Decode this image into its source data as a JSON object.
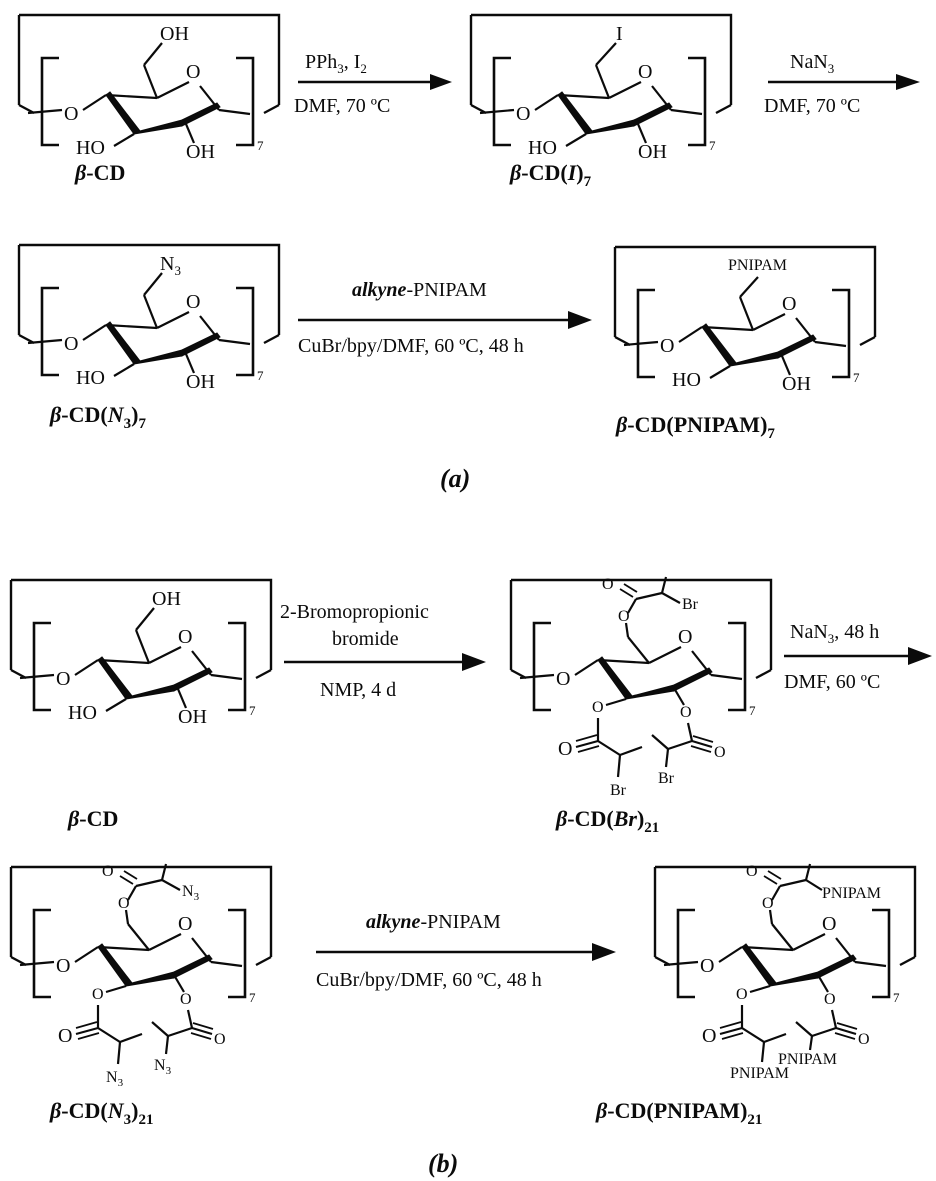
{
  "figure": {
    "type": "reaction-scheme",
    "description": "Synthetic routes to star polymers based on beta-cyclodextrin cores",
    "panels": [
      {
        "id": "a",
        "label": "(a)",
        "rows": [
          {
            "reactant": {
              "name": "β-CD",
              "name_italic": "β-CD",
              "repeat": "7",
              "substituent_top": "OH",
              "ring_oxygen": "O",
              "glycosidic_oxygen": "O",
              "left_hydroxyl": "HO",
              "right_hydroxyl": "OH"
            },
            "arrow": {
              "above": "PPh3, I2",
              "above_parts": [
                "PPh",
                "3",
                ", I",
                "2"
              ],
              "below": "DMF, 70 ºC"
            },
            "product": {
              "name": "β-CD-(I)7",
              "repeat": "7",
              "substituent_top": "I",
              "ring_oxygen": "O",
              "glycosidic_oxygen": "O",
              "left_hydroxyl": "HO",
              "right_hydroxyl": "OH"
            },
            "arrow2": {
              "above": "NaN3",
              "below": "DMF, 70 ºC"
            }
          },
          {
            "reactant": {
              "name": "β-CD-(N3)7",
              "repeat": "7",
              "substituent_top": "N3",
              "ring_oxygen": "O",
              "glycosidic_oxygen": "O",
              "left_hydroxyl": "HO",
              "right_hydroxyl": "OH"
            },
            "arrow": {
              "above_italic": "alkyne",
              "above_rest": "-PNIPAM",
              "below": "CuBr/bpy/DMF, 60 ºC, 48 h"
            },
            "product": {
              "name": "β-CD-(PNIPAM)7",
              "repeat": "7",
              "substituent_top": "PNIPAM",
              "ring_oxygen": "O",
              "glycosidic_oxygen": "O",
              "left_hydroxyl": "HO",
              "right_hydroxyl": "OH"
            }
          }
        ]
      },
      {
        "id": "b",
        "label": "(b)",
        "rows": [
          {
            "reactant": {
              "name": "β-CD",
              "repeat": "7",
              "substituent_top": "OH",
              "left_hydroxyl": "HO",
              "right_hydroxyl": "OH"
            },
            "arrow": {
              "above_line1": "2-Bromopropionic",
              "above_line2": "bromide",
              "below": "NMP, 4 d"
            },
            "product": {
              "name": "β-CD-(Br)21",
              "repeat": "7",
              "ester_terminus": "Br",
              "ester_count": 3
            },
            "arrow2": {
              "above": "NaN3, 48 h",
              "below": "DMF, 60 ºC"
            }
          },
          {
            "reactant": {
              "name": "β-CD-(N3)21",
              "repeat": "7",
              "ester_terminus": "N3",
              "ester_count": 3
            },
            "arrow": {
              "above_italic": "alkyne",
              "above_rest": "-PNIPAM",
              "below": "CuBr/bpy/DMF, 60 ºC, 48 h"
            },
            "product": {
              "name": "β-CD-(PNIPAM)21",
              "repeat": "7",
              "ester_terminus": "PNIPAM",
              "ester_count": 3
            }
          }
        ]
      }
    ]
  },
  "labels": {
    "beta": "β",
    "cd": "-CD",
    "dash": "-",
    "open_paren": "(",
    "close_paren": ")",
    "repeat7": "7",
    "repeat21": "21",
    "sub3": "3",
    "OH": "OH",
    "HO": "HO",
    "O": "O",
    "I": "I",
    "N": "N",
    "Br": "Br",
    "PNIPAM": "PNIPAM",
    "deg": "º"
  },
  "compound_names": {
    "bcd": {
      "italic": "β-CD",
      "suffix": "",
      "sub": ""
    },
    "bcd_I7": {
      "italic": "β-CD-(I",
      "sub": "",
      "close": ")",
      "rep": "7"
    },
    "bcd_N3_7": {
      "base": "β-CD-(N",
      "sub": "3",
      "close": ")",
      "rep": "7"
    },
    "bcd_PNIPAM7": {
      "base": "β-CD-(PNIPAM)",
      "rep": "7"
    },
    "bcd_Br21": {
      "base": "β-CD-(Br)",
      "rep": "21"
    },
    "bcd_N3_21": {
      "base": "β-CD-(N",
      "sub": "3",
      "close": ")",
      "rep": "21"
    },
    "bcd_PNIPAM21": {
      "base": "β-CD-(PNIPAM)",
      "rep": "21"
    }
  },
  "conditions": {
    "a1_top_a": "PPh",
    "a1_top_sub": "3",
    "a1_top_b": ", I",
    "a1_top_sub2": "2",
    "a1_bottom": "DMF, 70 ºC",
    "a2_top": "NaN",
    "a2_top_sub": "3",
    "a2_bottom": "DMF, 70 ºC",
    "a3_top_i": "alkyne",
    "a3_top_r": "-PNIPAM",
    "a3_bottom": "CuBr/bpy/DMF, 60 ºC, 48 h",
    "b1_top1": "2-Bromopropionic",
    "b1_top2": "bromide",
    "b1_bottom": "NMP, 4 d",
    "b2_top": "NaN",
    "b2_top_sub": "3",
    "b2_top_rest": ", 48 h",
    "b2_bottom": "DMF, 60 ºC",
    "b3_top_i": "alkyne",
    "b3_top_r": "-PNIPAM",
    "b3_bottom": "CuBr/bpy/DMF, 60 ºC, 48 h"
  },
  "colors": {
    "ink": "#0b0b0b",
    "background": "#ffffff"
  }
}
